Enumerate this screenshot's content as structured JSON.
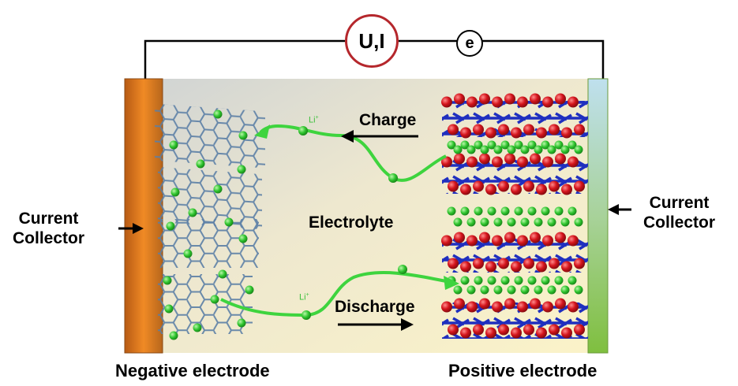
{
  "meter_label": "U,I",
  "electron_label": "e",
  "charge_label": "Charge",
  "discharge_label": "Discharge",
  "electrolyte_label": "Electrolyte",
  "ion_label": "Li",
  "ion_charge": "+",
  "left_collector": {
    "line1": "Current",
    "line2": "Collector"
  },
  "right_collector": {
    "line1": "Current",
    "line2": "Collector"
  },
  "negative_electrode_label": "Negative electrode",
  "positive_electrode_label": "Positive electrode",
  "colors": {
    "negative_collector": "#e0741f",
    "positive_collector": "#8cc63f",
    "graphite_lattice": "#5b7fa6",
    "lithium_ion": "#2ec42e",
    "oxygen_atom": "#d4141c",
    "metal_atom": "#1f2fbf",
    "meter_ring": "#b5272c",
    "electrolyte": "#f4ecc8"
  }
}
